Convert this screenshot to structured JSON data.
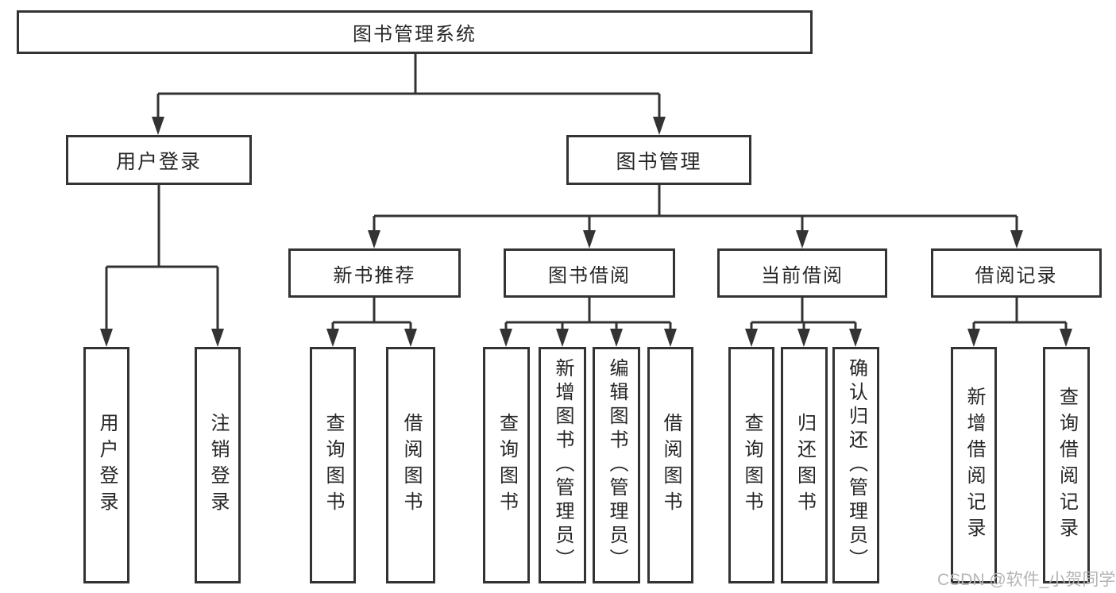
{
  "diagram": {
    "root": "图书管理系统",
    "level2": {
      "user_login": {
        "label": "用户登录",
        "children": [
          "用户登录",
          "注销登录"
        ]
      },
      "book_management": {
        "label": "图书管理",
        "children": {
          "new_book_recommend": {
            "label": "新书推荐",
            "children": [
              "查询图书",
              "借阅图书"
            ]
          },
          "book_borrowing": {
            "label": "图书借阅",
            "children": [
              "查询图书",
              "新增图书（管理员）",
              "编辑图书（管理员）",
              "借阅图书"
            ]
          },
          "current_borrowing": {
            "label": "当前借阅",
            "children": [
              "查询图书",
              "归还图书",
              "确认归还（管理员）"
            ]
          },
          "borrowing_records": {
            "label": "借阅记录",
            "children": [
              "新增借阅记录",
              "查询借阅记录"
            ]
          }
        }
      }
    }
  },
  "watermark": {
    "text": "CSDN @软件_小贺同学",
    "color": "#b5b5b5"
  },
  "colors": {
    "line": "#333333",
    "box_border": "#333333",
    "text": "#262626",
    "background": "#ffffff"
  }
}
